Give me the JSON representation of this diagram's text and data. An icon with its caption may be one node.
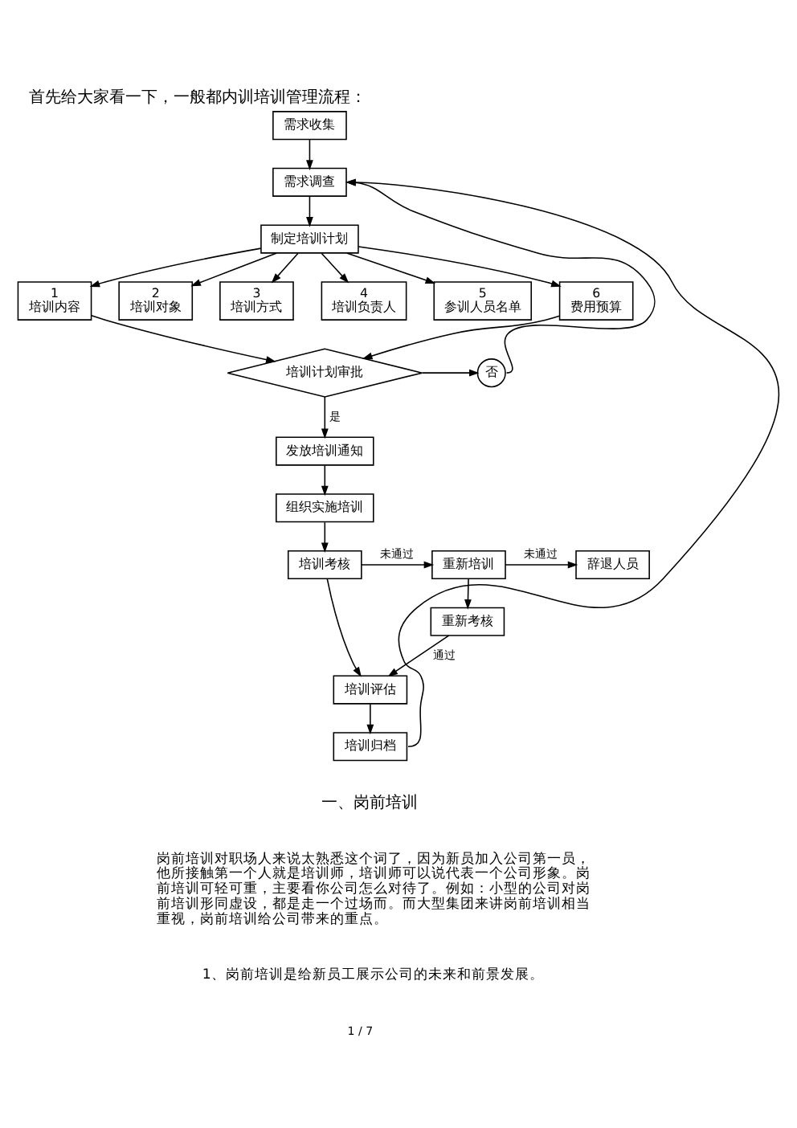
{
  "diagram": {
    "title": "首先给大家看一下，一般都内训培训管理流程：",
    "nodes": [
      {
        "text": [
          "需求收集"
        ]
      },
      {
        "text": [
          "需求调查"
        ]
      },
      {
        "text": [
          "制定培训计划"
        ]
      },
      {
        "text": [
          "1",
          "培训内容"
        ]
      },
      {
        "text": [
          "2",
          "培训对象"
        ]
      },
      {
        "text": [
          "3",
          "培训方式"
        ]
      },
      {
        "text": [
          "4",
          "培训负责人"
        ]
      },
      {
        "text": [
          "5",
          "参训人员名单"
        ]
      },
      {
        "text": [
          "6",
          "费用预算"
        ]
      },
      {
        "text": [
          "培训计划审批"
        ]
      },
      {
        "text": [
          "否"
        ]
      },
      {
        "text": [
          "发放培训通知"
        ]
      },
      {
        "text": [
          "组织实施培训"
        ]
      },
      {
        "text": [
          "辞退人员"
        ]
      },
      {
        "text": [
          "重新培训"
        ]
      },
      {
        "text": [
          "培训考核"
        ]
      },
      {
        "text": [
          "重新考核"
        ]
      },
      {
        "text": [
          "培训评估"
        ]
      },
      {
        "text": [
          "培训归档"
        ]
      }
    ],
    "edges": [
      {
        "from": 0,
        "to": 1,
        "arrow": "to"
      },
      {
        "from": 1,
        "to": 2,
        "arrow": "to"
      },
      {
        "from": 2,
        "to": 3,
        "arrow": "to"
      },
      {
        "from": 2,
        "to": 4,
        "arrow": "to"
      },
      {
        "from": 2,
        "to": 5,
        "arrow": "to"
      },
      {
        "from": 2,
        "to": 6,
        "arrow": "to"
      },
      {
        "from": 2,
        "to": 7,
        "arrow": "to"
      },
      {
        "from": 2,
        "to": 8,
        "arrow": "to"
      },
      {
        "from": 3,
        "to": 9,
        "arrow": "to"
      },
      {
        "from": 8,
        "to": 9,
        "arrow": "to"
      },
      {
        "from": 9,
        "to": 10,
        "arrow": "to"
      },
      {
        "from": 10,
        "to": 1,
        "arrow": "to"
      },
      {
        "from": 9,
        "to": 11,
        "arrow": "to",
        "label": "是"
      },
      {
        "from": 11,
        "to": 12,
        "arrow": "to"
      },
      {
        "from": 12,
        "to": 15,
        "arrow": "to"
      },
      {
        "from": 15,
        "to": 14,
        "arrow": "to",
        "label": "未通过"
      },
      {
        "from": 14,
        "to": 13,
        "arrow": "to",
        "label": "未通过"
      },
      {
        "from": 14,
        "to": 16,
        "arrow": "to"
      },
      {
        "from": 16,
        "to": 17,
        "arrow": "to",
        "label": "通过"
      },
      {
        "from": 15,
        "to": 17,
        "arrow": "to"
      },
      {
        "from": 17,
        "to": 18,
        "arrow": "to"
      },
      {
        "from": 18,
        "to": 1,
        "arrow": "to"
      }
    ],
    "labels": [
      "一、岗前培训",
      "岗前培训对职场人来说太熟悉这个词了，因为新员加入公司第一员，他所接触第一个人就是培训师，培训师可以说代表一个公司形象。岗前培训可轻可重，主要看你公司怎么对待了。例如：小型的公司对岗前培训形同虚设，都是走一个过场而。而大型集团来讲岗前培训相当重视，岗前培训给公司带来的重点。",
      "1、岗前培训是给新员工展示公司的未来和前景发展。",
      "1 / 7"
    ]
  }
}
